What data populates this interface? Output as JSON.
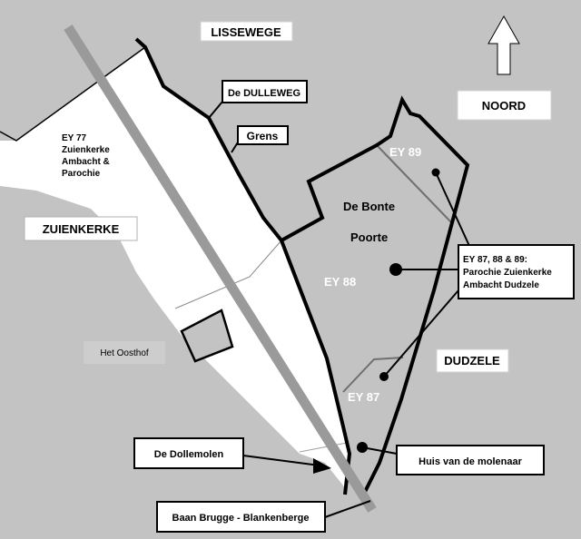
{
  "places": {
    "lissewege": "LISSEWEGE",
    "zuienkerke": "ZUIENKERKE",
    "dudzele": "DUDZELE",
    "noord": "NOORD",
    "het_oosthof": "Het Oosthof"
  },
  "parcels": {
    "ey77_lines": [
      "EY 77",
      "Zuienkerke",
      "Ambacht &",
      "Parochie"
    ],
    "ey89": "EY 89",
    "ey88": "EY 88",
    "ey87": "EY 87",
    "bonte_poorte_line1": "De Bonte",
    "bonte_poorte_line2": "Poorte"
  },
  "callouts": {
    "dulleweg": "De DULLEWEG",
    "grens": "Grens",
    "parochie_lines": [
      "EY 87, 88 & 89:",
      "Parochie Zuienkerke",
      "Ambacht Dudzele"
    ],
    "dollemolen": "De Dollemolen",
    "huis_molenaar": "Huis van de molenaar",
    "baan": "Baan Brugge - Blankenberge"
  },
  "colors": {
    "background": "#c3c3c3",
    "zuienkerke_area": "#ffffff",
    "railway": "#9a9a9a",
    "boundary": "#000000",
    "parcel_line": "#7f7f7f"
  }
}
